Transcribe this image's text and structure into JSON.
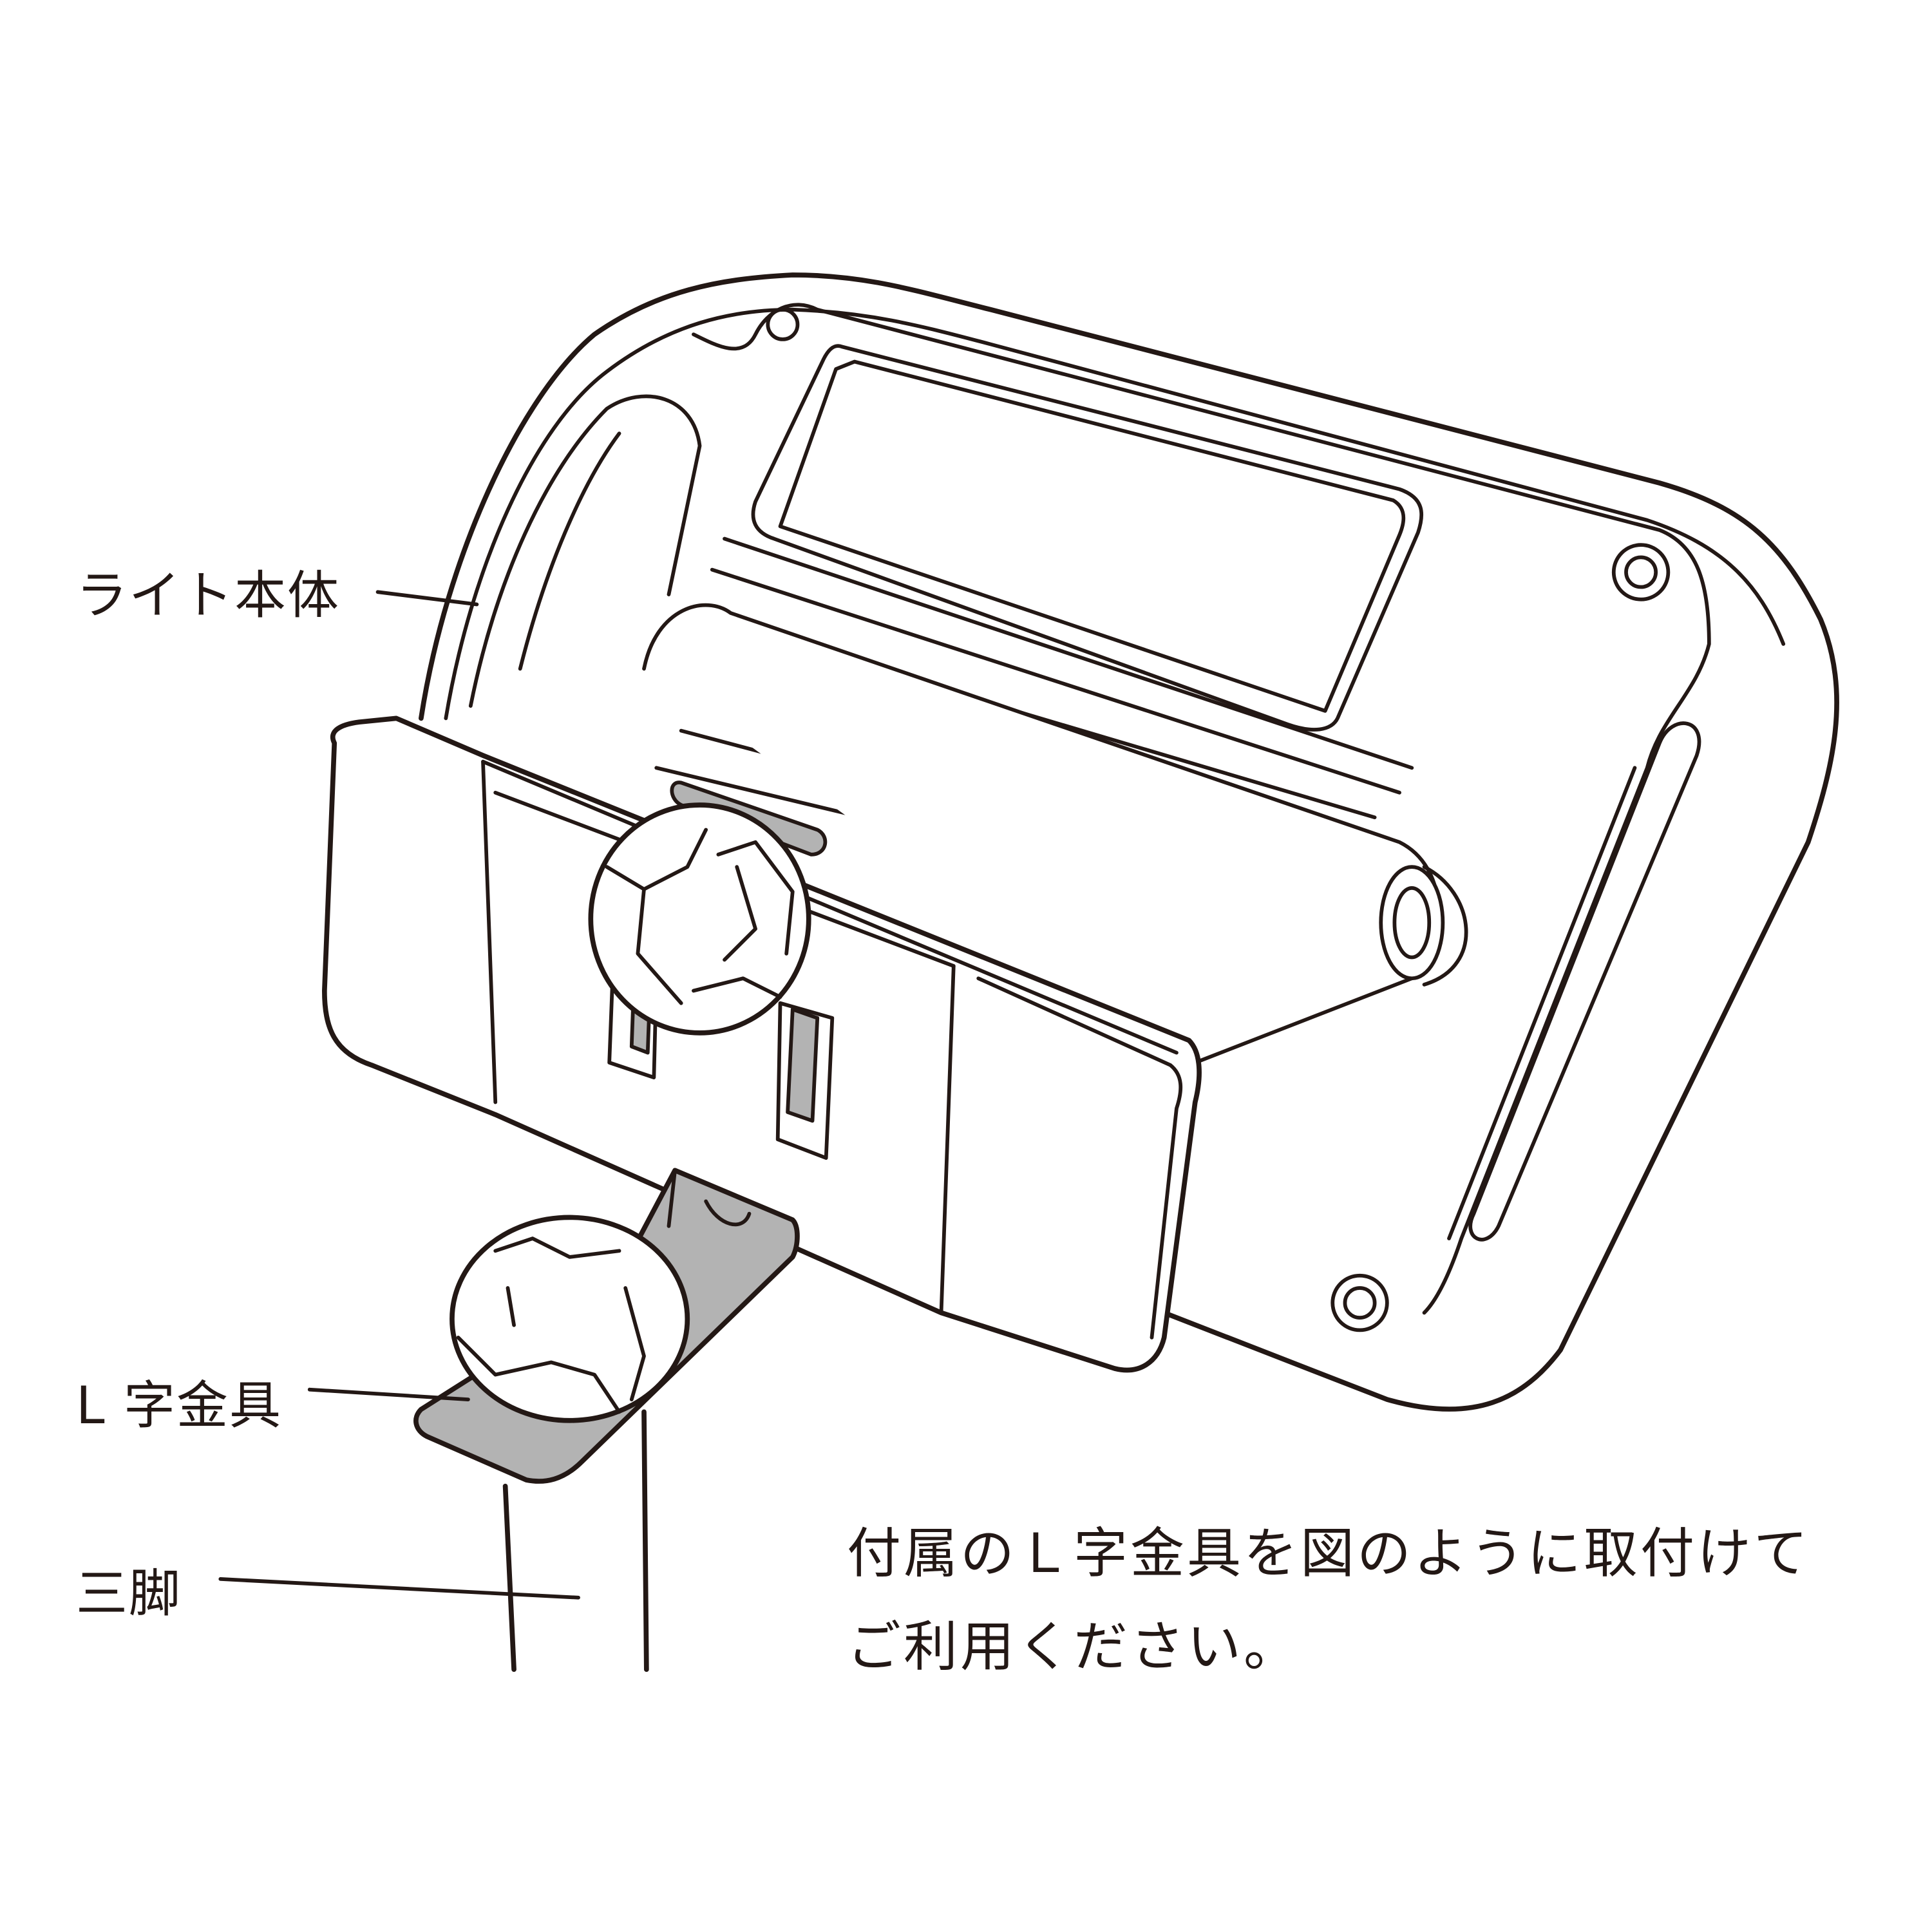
{
  "labels": {
    "light_body": "ライト本体",
    "l_bracket": "L 字金具",
    "tripod": "三脚"
  },
  "instruction": {
    "line1": "付属のＬ字金具を図のように取付けて",
    "line2": "ご利用ください。"
  },
  "colors": {
    "line": "#231815",
    "bracket_fill": "#b3b3b3",
    "background": "#ffffff"
  }
}
